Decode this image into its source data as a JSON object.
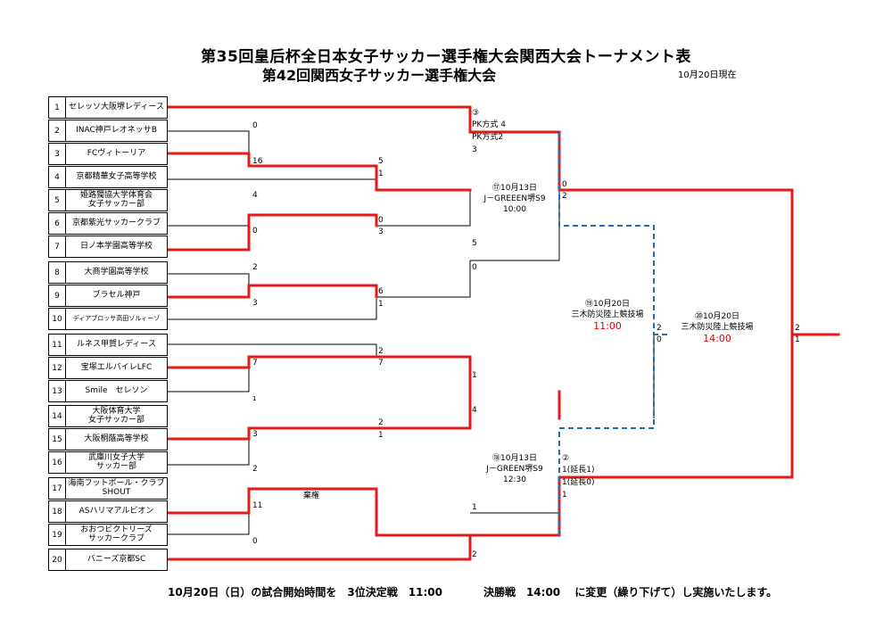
{
  "header": {
    "title": "第35回皇后杯全日本女子サッカー選手権大会関西大会トーナメント表",
    "subtitle": "第42回関西女子サッカー選手権大会",
    "as_of": "10月20日現在"
  },
  "teams": [
    {
      "no": "1",
      "name": "セレッソ大阪堺レディース"
    },
    {
      "no": "2",
      "name": "INAC神戸レオネッサB"
    },
    {
      "no": "3",
      "name": "FCヴィトーリア"
    },
    {
      "no": "4",
      "name": "京都精華女子高等学校"
    },
    {
      "no": "5",
      "name": "姫路獨協大学体育会\n女子サッカー部"
    },
    {
      "no": "6",
      "name": "京都紫光サッカークラブ"
    },
    {
      "no": "7",
      "name": "日ノ本学園高等学校"
    },
    {
      "no": "8",
      "name": "大商学園高等学校"
    },
    {
      "no": "9",
      "name": "ブラセル神戸"
    },
    {
      "no": "10",
      "name": "ディアブロッサ高田ソルィーゾ"
    },
    {
      "no": "11",
      "name": "ルネス甲賀レディース"
    },
    {
      "no": "12",
      "name": "宝塚エルバイレLFC"
    },
    {
      "no": "13",
      "name": "Smile　セレソン"
    },
    {
      "no": "14",
      "name": "大阪体育大学\n女子サッカー部"
    },
    {
      "no": "15",
      "name": "大阪桐蔭高等学校"
    },
    {
      "no": "16",
      "name": "武庫川女子大学\nサッカー部"
    },
    {
      "no": "17",
      "name": "海南フットボール・クラブ\nSHOUT"
    },
    {
      "no": "18",
      "name": "ASハリマアルビオン"
    },
    {
      "no": "19",
      "name": "おおつビクトリーズ\nサッカークラブ"
    },
    {
      "no": "20",
      "name": "バニーズ京都SC"
    }
  ],
  "scores": {
    "r1_2": "0",
    "r1_3": "16",
    "r1_5": "4",
    "r1_6": "0",
    "r1_8": "2",
    "r1_9": "3",
    "r1_12": "7",
    "r1_13": "1",
    "r1_15": "3",
    "r1_16": "2",
    "r1_18": "11",
    "r1_19": "0",
    "r1_17_note": "棄権",
    "r2_a_top": "5",
    "r2_a_bot": "1",
    "r2_b_top": "0",
    "r2_b_bot": "3",
    "r2_c_top": "6",
    "r2_c_bot": "1",
    "r2_d_top": "2",
    "r2_d_bot": "7",
    "r2_e_top": "2",
    "r2_e_bot": "1",
    "qf1_top_pk": "PK方式 4",
    "qf1_bot_pk": "PK方式2",
    "qf1_bot": "3",
    "qf2_top": "5",
    "qf2_bot": "0",
    "qf3_top": "1",
    "qf3_bot": "4",
    "qf4_top": "1",
    "qf4_bot": "2",
    "sf1_top": "0",
    "sf1_bot": "2",
    "sf2_top": "1(延長1)",
    "sf2_bot": "1(延長0)",
    "sf2_bot2": "1",
    "tp_top": "2",
    "tp_bot": "0",
    "f_top": "2",
    "f_bot": "1"
  },
  "matches": {
    "m3_no": "③",
    "m17": {
      "label": "⑰10月13日",
      "venue": "J－GREEEN堺S9",
      "time": "10:00"
    },
    "m18": {
      "label": "⑱10月13日",
      "venue": "J－GREEN堺S9",
      "time": "12:30"
    },
    "m2_no": "②",
    "m19": {
      "label": "⑲10月20日",
      "venue": "三木防災陸上競技場",
      "time": "11:00"
    },
    "m20": {
      "label": "⑳10月20日",
      "venue": "三木防災陸上競技場",
      "time": "14:00"
    }
  },
  "footer": {
    "part1": "10月20日（日）の試合開始時間を　3位決定戦　11:00",
    "part2": "決勝戦　14:00　 に変更（繰り下げて）し実施いたします。"
  },
  "colors": {
    "win_line": "#e31b1b",
    "third_place_line": "#1f6fb5",
    "line": "#000000"
  }
}
